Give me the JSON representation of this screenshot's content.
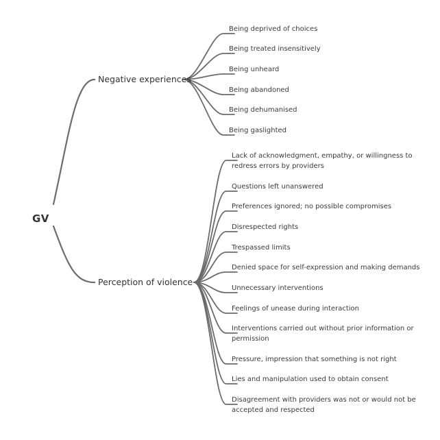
{
  "root": {
    "label": "GV"
  },
  "branches": [
    {
      "label": "Negative experiences",
      "children": [
        {
          "label": "Being deprived of choices"
        },
        {
          "label": "Being treated insensitively"
        },
        {
          "label": "Being unheard"
        },
        {
          "label": "Being abandoned"
        },
        {
          "label": "Being dehumanised"
        },
        {
          "label": "Being gaslighted"
        }
      ]
    },
    {
      "label": "Perception of violence",
      "children": [
        {
          "label": "Lack of acknowledgment, empathy, or willingness to redress errors by providers"
        },
        {
          "label": "Questions left unanswered"
        },
        {
          "label": "Preferences ignored; no possible compromises"
        },
        {
          "label": "Disrespected rights"
        },
        {
          "label": "Trespassed limits"
        },
        {
          "label": "Denied space for self-expression and making demands"
        },
        {
          "label": "Unnecessary interventions"
        },
        {
          "label": "Feelings of unease during interaction"
        },
        {
          "label": "Interventions carried out without prior information or permission"
        },
        {
          "label": "Pressure, impression that something is not right"
        },
        {
          "label": "Lies and manipulation used to obtain consent"
        },
        {
          "label": "Disagreement with providers was not or would not be accepted and respected"
        }
      ]
    }
  ]
}
